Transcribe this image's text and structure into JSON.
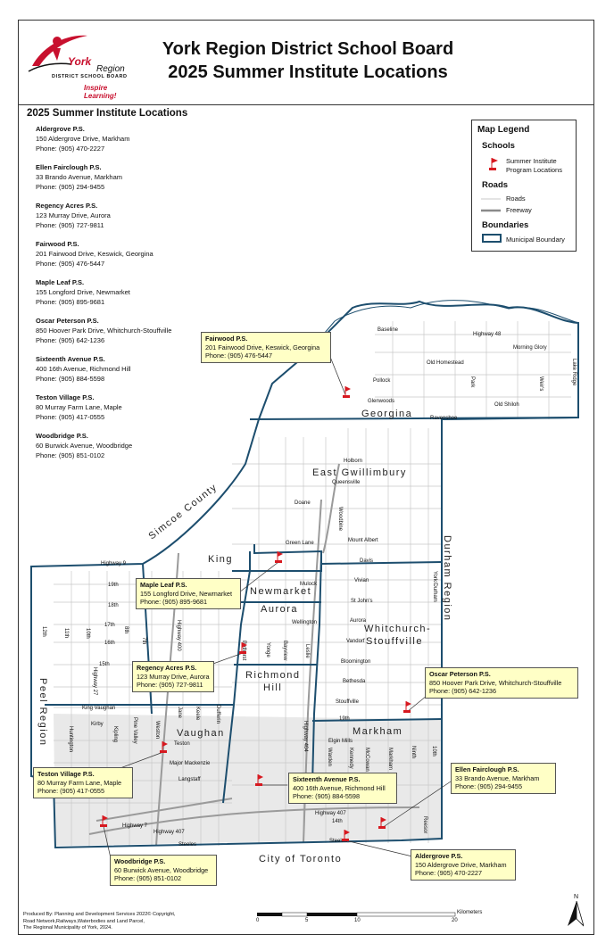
{
  "header": {
    "title_line1": "York Region District School Board",
    "title_line2": "2025 Summer Institute Locations"
  },
  "logo": {
    "york": "York",
    "region": "Region",
    "board": "DISTRICT SCHOOL BOARD",
    "tagline": "Inspire Learning!"
  },
  "list": {
    "heading": "2025 Summer Institute Locations",
    "schools": [
      {
        "name": "Aldergrove P.S.",
        "address": "150 Aldergrove Drive, Markham",
        "phone": "Phone: (905) 470-2227"
      },
      {
        "name": "Ellen Fairclough P.S.",
        "address": "33 Brando Avenue, Markham",
        "phone": "Phone: (905) 294-9455"
      },
      {
        "name": "Regency Acres P.S.",
        "address": "123 Murray Drive, Aurora",
        "phone": "Phone: (905) 727-9811"
      },
      {
        "name": "Fairwood P.S.",
        "address": "201 Fairwood Drive, Keswick, Georgina",
        "phone": "Phone: (905) 476-5447"
      },
      {
        "name": "Maple Leaf P.S.",
        "address": "155 Longford Drive, Newmarket",
        "phone": "Phone: (905) 895-9681"
      },
      {
        "name": "Oscar Peterson P.S.",
        "address": "850 Hoover Park Drive, Whitchurch-Stouffville",
        "phone": "Phone: (905) 642-1236"
      },
      {
        "name": "Sixteenth Avenue P.S.",
        "address": "400 16th Avenue, Richmond Hill",
        "phone": "Phone: (905) 884-5598"
      },
      {
        "name": "Teston Village P.S.",
        "address": "80 Murray Farm Lane, Maple",
        "phone": "Phone: (905) 417-0555"
      },
      {
        "name": "Woodbridge P.S.",
        "address": "60 Burwick Avenue, Woodbridge",
        "phone": "Phone: (905) 851-0102"
      }
    ]
  },
  "legend": {
    "title": "Map Legend",
    "schools_heading": "Schools",
    "school_item_1": "Summer Institute",
    "school_item_2": "Program Locations",
    "roads_heading": "Roads",
    "roads_item": "Roads",
    "freeway_item": "Freeway",
    "boundaries_heading": "Boundaries",
    "boundary_item": "Municipal Boundary"
  },
  "municipalities": {
    "georgina": "Georgina",
    "east_gwillimbury": "East Gwillimbury",
    "king": "King",
    "newmarket": "Newmarket",
    "aurora": "Aurora",
    "whitchurch1": "Whitchurch-",
    "whitchurch2": "Stouffville",
    "richmond1": "Richmond",
    "richmond2": "Hill",
    "vaughan": "Vaughan",
    "markham": "Markham",
    "toronto": "City of Toronto",
    "simcoe": "Simcoe County",
    "peel": "Peel Region",
    "durham": "Durham Region"
  },
  "roads": {
    "baseline": "Baseline",
    "hwy48": "Highway 48",
    "morning_glory": "Morning Glory",
    "old_homestead": "Old Homestead",
    "lake_ridge": "Lake Ridge",
    "pollock": "Pollock",
    "park": "Park",
    "weirs": "Weir's",
    "glenwoods": "Glenwoods",
    "old_shiloh": "Old Shiloh",
    "ravenshoe": "Ravenshoe",
    "holborn": "Holborn",
    "queensville": "Queensville",
    "doane": "Doane",
    "woodbine": "Woodbine",
    "green_lane": "Green Lane",
    "mount_albert": "Mount Albert",
    "davis": "Davis",
    "york_durham": "York/Durham",
    "highway9": "Highway 9",
    "mulock": "Mulock",
    "vivian": "Vivian",
    "st_johns": "St John's",
    "wellington": "Wellington",
    "aurora_rd": "Aurora",
    "vandorf": "Vandorf",
    "bloomington": "Bloomington",
    "bethesda": "Bethesda",
    "stouffville": "Stouffville",
    "nineteenth": "19th",
    "eighteenth": "18th",
    "seventeenth": "17th",
    "sixteenth": "16th",
    "fifteenth": "15th",
    "twelfth": "12th",
    "eleventh": "11th",
    "tenth": "10th",
    "eighth": "8th",
    "seventh": "7th",
    "hwy400": "Highway 400",
    "hwy27": "Highway 27",
    "king_vaughan": "King Vaughan",
    "kirby": "Kirby",
    "teston": "Teston",
    "major_mackenzie": "Major Mackenzie",
    "langstaff": "Langstaff",
    "hwy7": "Highway 7",
    "hwy407": "Highway 407",
    "steeles": "Steeles",
    "elgin_mills": "Elgin Mills",
    "hwy404": "Highway 404",
    "yonge": "Yonge",
    "bayview": "Bayview",
    "leslie": "Leslie",
    "bathurst": "Bathurst",
    "jane": "Jane",
    "keele": "Keele",
    "dufferin": "Dufferin",
    "weston": "Weston",
    "pine_valley": "Pine Valley",
    "kipling": "Kipling",
    "huntington": "Huntington",
    "warden": "Warden",
    "kennedy": "Kennedy",
    "mccowan": "McCowan",
    "markham_rd": "Markham",
    "ninth": "Ninth",
    "reesor": "Reesor",
    "fourteenth": "14th"
  },
  "callouts": {
    "fairwood": {
      "name": "Fairwood P.S.",
      "address": "201 Fairwood Drive, Keswick, Georgina",
      "phone": "Phone: (905) 476-5447"
    },
    "maple_leaf": {
      "name": "Maple Leaf P.S.",
      "address": "155 Longford Drive, Newmarket",
      "phone": "Phone: (905) 895-9681"
    },
    "regency": {
      "name": "Regency Acres P.S.",
      "address": "123 Murray Drive, Aurora",
      "phone": "Phone: (905) 727-9811"
    },
    "oscar": {
      "name": "Oscar Peterson P.S.",
      "address": "850 Hoover Park Drive, Whitchurch-Stouffville",
      "phone": "Phone: (905) 642-1236"
    },
    "teston": {
      "name": "Teston Village P.S.",
      "address": "80 Murray Farm Lane, Maple",
      "phone": "Phone: (905) 417-0555"
    },
    "sixteenth": {
      "name": "Sixteenth Avenue P.S.",
      "address": "400 16th Avenue, Richmond Hill",
      "phone": "Phone: (905) 884-5598"
    },
    "ellen": {
      "name": "Ellen Fairclough P.S.",
      "address": "33 Brando Avenue, Markham",
      "phone": "Phone: (905) 294-9455"
    },
    "woodbridge": {
      "name": "Woodbridge P.S.",
      "address": "60 Burwick Avenue, Woodbridge",
      "phone": "Phone: (905) 851-0102"
    },
    "aldergrove": {
      "name": "Aldergrove P.S.",
      "address": "150 Aldergrove Drive, Markham",
      "phone": "Phone: (905) 470-2227"
    }
  },
  "footer": {
    "line1": "Produced By: Planning and Development Services 2022© Copyright,",
    "line2": "Road Network,Railways,Waterbodies and Land Parcel,",
    "line3": "The Regional Municipality of York, 2024."
  },
  "scale": {
    "t0": "0",
    "t5": "5",
    "t10": "10",
    "t20": "20",
    "unit": "Kilometers"
  },
  "north_label": "N",
  "colors": {
    "boundary": "#1d4e6e",
    "freeway": "#9a9a9a",
    "road": "#c8c8c8",
    "callout_bg": "#ffffc6",
    "flag": "#d71920"
  }
}
